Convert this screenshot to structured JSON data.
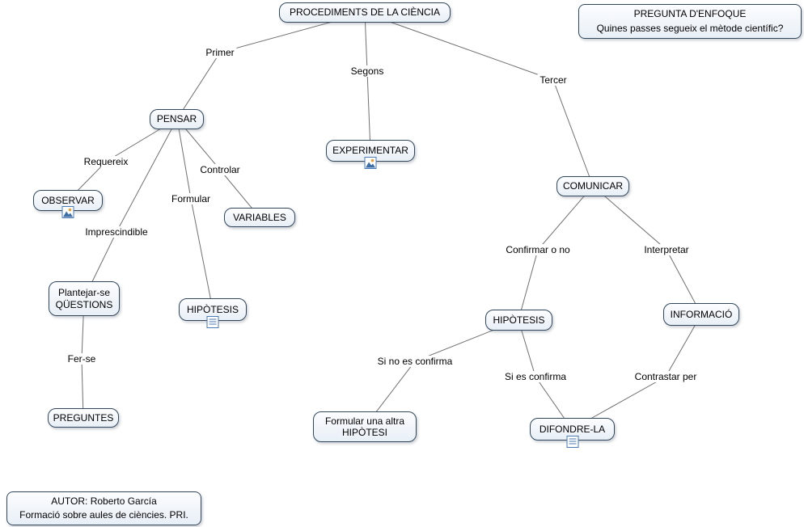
{
  "colors": {
    "background": "#ffffff",
    "line": "#707070",
    "node_border": "#32475c",
    "node_fill_top": "#fcfdff",
    "node_fill_bottom": "#e8eff6",
    "icon_accent": "#4a7ab5",
    "text": "#000000"
  },
  "focus_question": {
    "title": "PREGUNTA D'ENFOQUE",
    "question": "Quines passes segueix el mètode científic?"
  },
  "author": {
    "line1": "AUTOR: Roberto García",
    "line2": "Formació sobre aules de ciències. PRI."
  },
  "nodes": {
    "procediments": {
      "label": "PROCEDIMENTS DE LA CIÈNCIA"
    },
    "pensar": {
      "label": "PENSAR"
    },
    "experimentar": {
      "label": "EXPERIMENTAR",
      "icon": "image-resource-icon"
    },
    "observar": {
      "label": "OBSERVAR",
      "icon": "image-resource-icon"
    },
    "variables": {
      "label": "VARIABLES"
    },
    "comunicar": {
      "label": "COMUNICAR"
    },
    "plantejar_questions": {
      "label": "Plantejar-se QÜESTIONS"
    },
    "hipotesis_left": {
      "label": "HIPÒTESIS",
      "icon": "document-resource-icon"
    },
    "preguntes": {
      "label": "PREGUNTES"
    },
    "hipotesis_right": {
      "label": "HIPÒTESIS"
    },
    "informacio": {
      "label": "INFORMACIÓ"
    },
    "formular_altra": {
      "label": "Formular una altra HIPÒTESI"
    },
    "difondre_la": {
      "label": "DIFONDRE-LA",
      "icon": "document-resource-icon"
    }
  },
  "links": {
    "primer": "Primer",
    "segons": "Segons",
    "tercer": "Tercer",
    "requereix": "Requereix",
    "controlar": "Controlar",
    "formular": "Formular",
    "imprescindible": "Imprescindible",
    "fer_se": "Fer-se",
    "confirmar_o_no": "Confirmar o no",
    "interpretar": "Interpretar",
    "si_no_es_confirma": "Si no es confirma",
    "si_es_confirma": "Si es confirma",
    "contrastar_per": "Contrastar per"
  },
  "propositions": [
    {
      "from": "PROCEDIMENTS DE LA CIÈNCIA",
      "link": "Primer",
      "to": "PENSAR"
    },
    {
      "from": "PROCEDIMENTS DE LA CIÈNCIA",
      "link": "Segons",
      "to": "EXPERIMENTAR"
    },
    {
      "from": "PROCEDIMENTS DE LA CIÈNCIA",
      "link": "Tercer",
      "to": "COMUNICAR"
    },
    {
      "from": "PENSAR",
      "link": "Requereix",
      "to": "OBSERVAR"
    },
    {
      "from": "PENSAR",
      "link": "Controlar",
      "to": "VARIABLES"
    },
    {
      "from": "PENSAR",
      "link": "Formular",
      "to": "HIPÒTESIS"
    },
    {
      "from": "PENSAR",
      "link": "Imprescindible",
      "to": "Plantejar-se QÜESTIONS"
    },
    {
      "from": "Plantejar-se QÜESTIONS",
      "link": "Fer-se",
      "to": "PREGUNTES"
    },
    {
      "from": "COMUNICAR",
      "link": "Confirmar o no",
      "to": "HIPÒTESIS"
    },
    {
      "from": "COMUNICAR",
      "link": "Interpretar",
      "to": "INFORMACIÓ"
    },
    {
      "from": "HIPÒTESIS",
      "link": "Si no es confirma",
      "to": "Formular una altra HIPÒTESI"
    },
    {
      "from": "HIPÒTESIS",
      "link": "Si es confirma",
      "to": "DIFONDRE-LA"
    },
    {
      "from": "INFORMACIÓ",
      "link": "Contrastar per",
      "to": "DIFONDRE-LA"
    }
  ]
}
